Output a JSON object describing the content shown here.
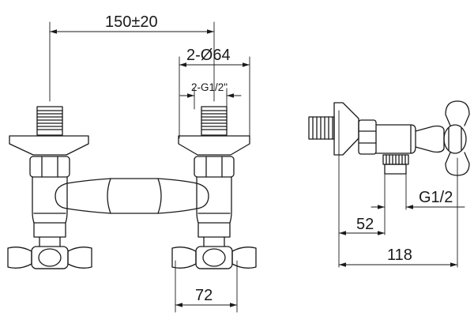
{
  "dimensions": {
    "centers_spacing": "150±20",
    "flange_diameter": "2-Ø64",
    "thread_size_top": "2-G1/2\"",
    "handle_spread": "72",
    "side_thread": "G1/2",
    "side_depth_short": "52",
    "side_depth_total": "118"
  }
}
